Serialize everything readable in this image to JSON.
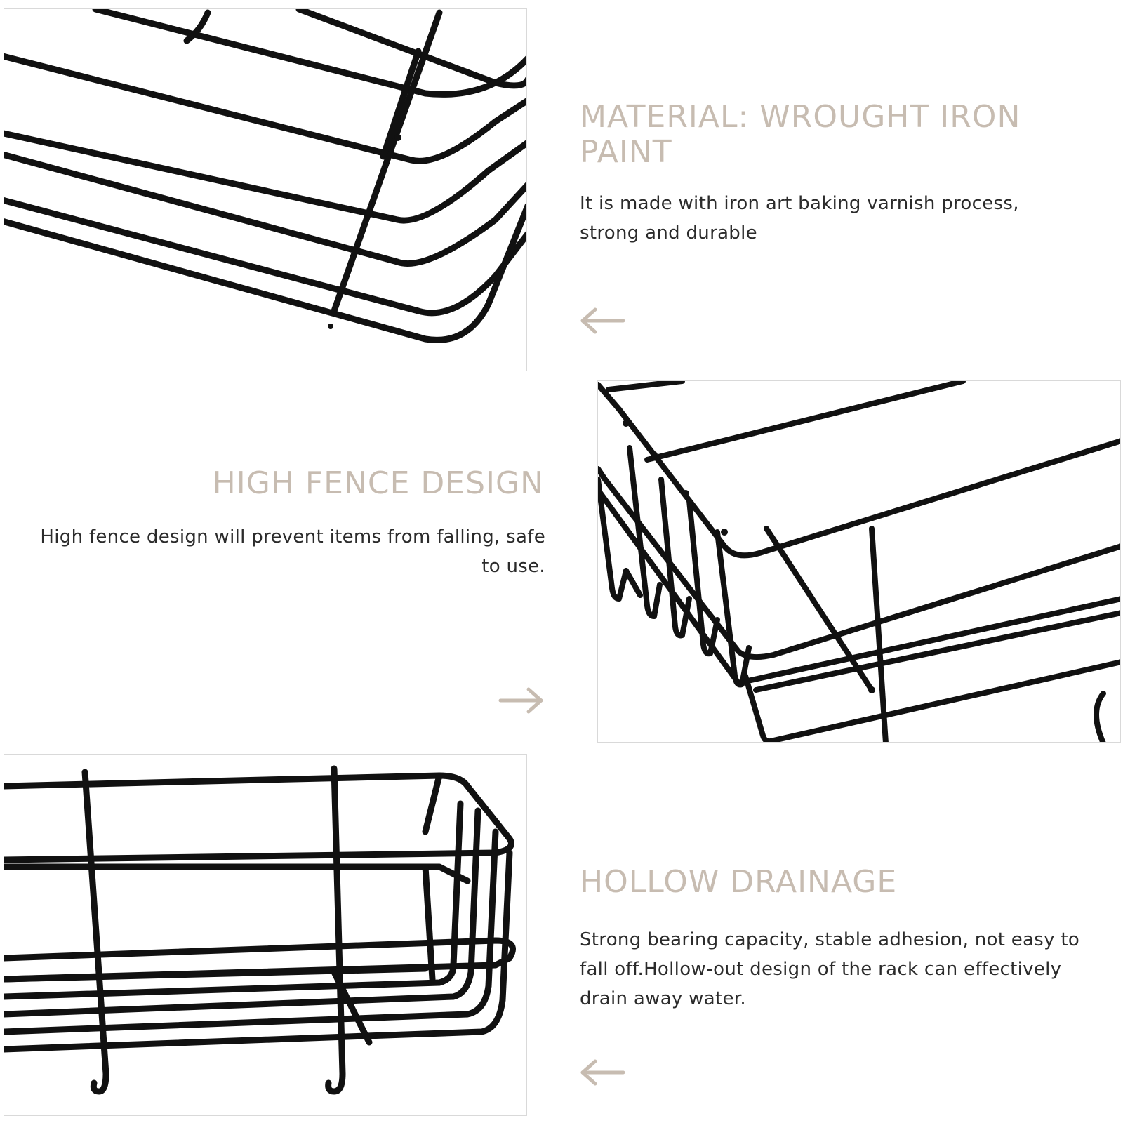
{
  "colors": {
    "heading": "#c7bcb1",
    "body_text": "#2b2b2b",
    "arrow": "#c7bcb1",
    "wire": "#111111",
    "photo_border": "#d9d9d9"
  },
  "photos": [
    {
      "name": "wire basket corner, close-up view",
      "icon": "wire-basket-corner"
    },
    {
      "name": "wire basket high fence side view",
      "icon": "wire-basket-fence"
    },
    {
      "name": "wire basket with hooks, front view",
      "icon": "wire-basket-hooks"
    }
  ],
  "sections": [
    {
      "title": "MATERIAL:  WROUGHT IRON PAINT",
      "description": "It is made with iron art baking varnish process, strong and durable",
      "arrow": "left-arrow-icon"
    },
    {
      "title": "HIGH FENCE DESIGN",
      "description": "High fence design will prevent items from falling, safe to use.",
      "arrow": "right-arrow-icon"
    },
    {
      "title": "HOLLOW DRAINAGE",
      "description": "Strong bearing capacity, stable adhesion, not easy to fall off.Hollow-out design of the rack can effectively drain away water.",
      "arrow": "left-arrow-icon"
    }
  ]
}
